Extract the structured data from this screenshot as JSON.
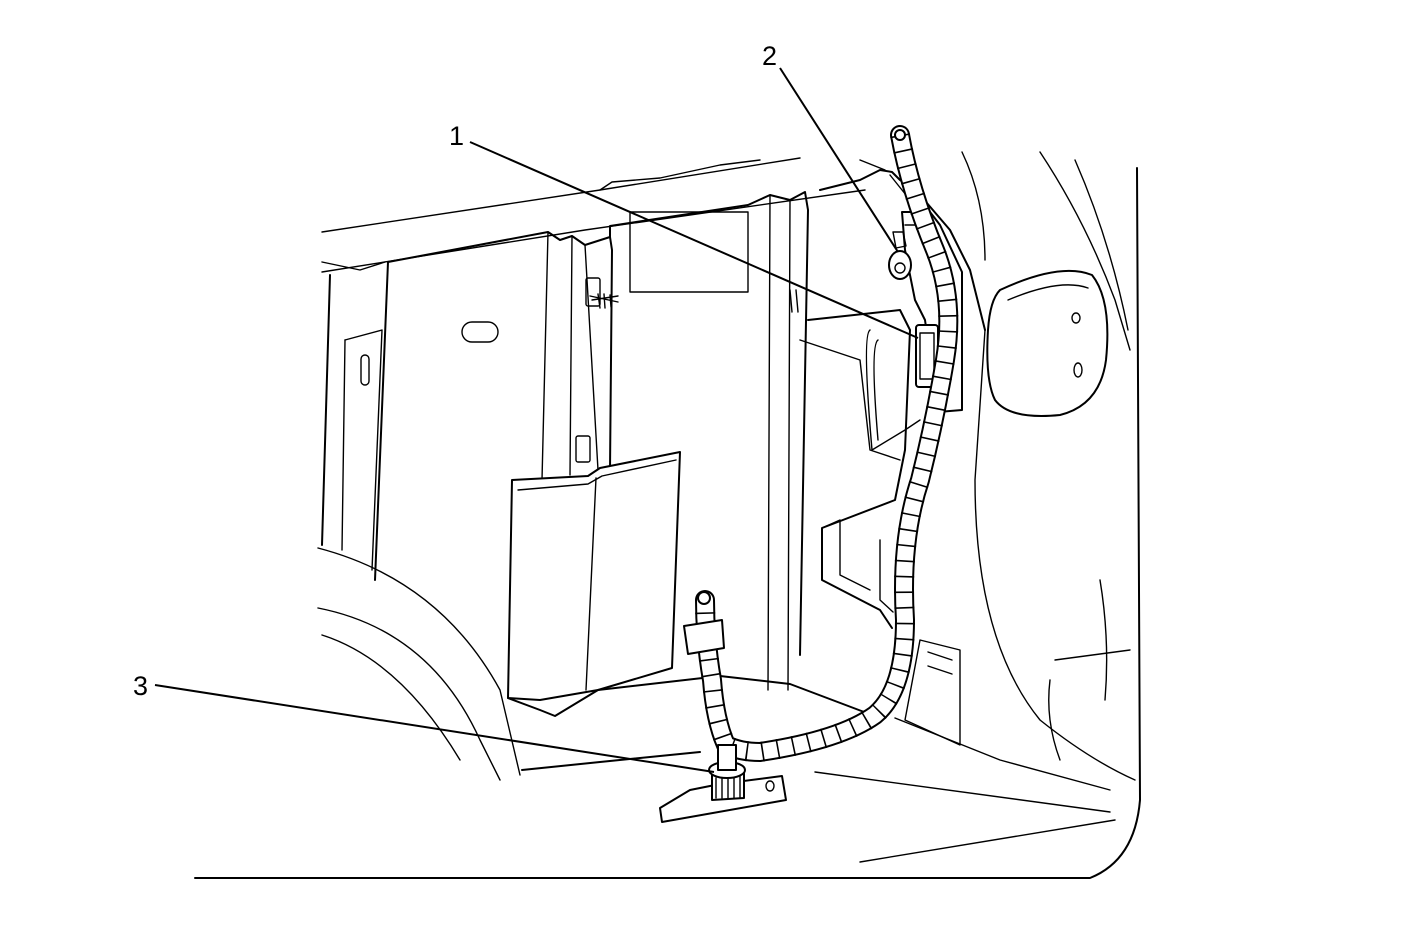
{
  "diagram": {
    "callouts": [
      {
        "id": "1",
        "label": "1"
      },
      {
        "id": "2",
        "label": "2"
      },
      {
        "id": "3",
        "label": "3"
      }
    ],
    "line_color": "#000000",
    "background": "#ffffff"
  }
}
